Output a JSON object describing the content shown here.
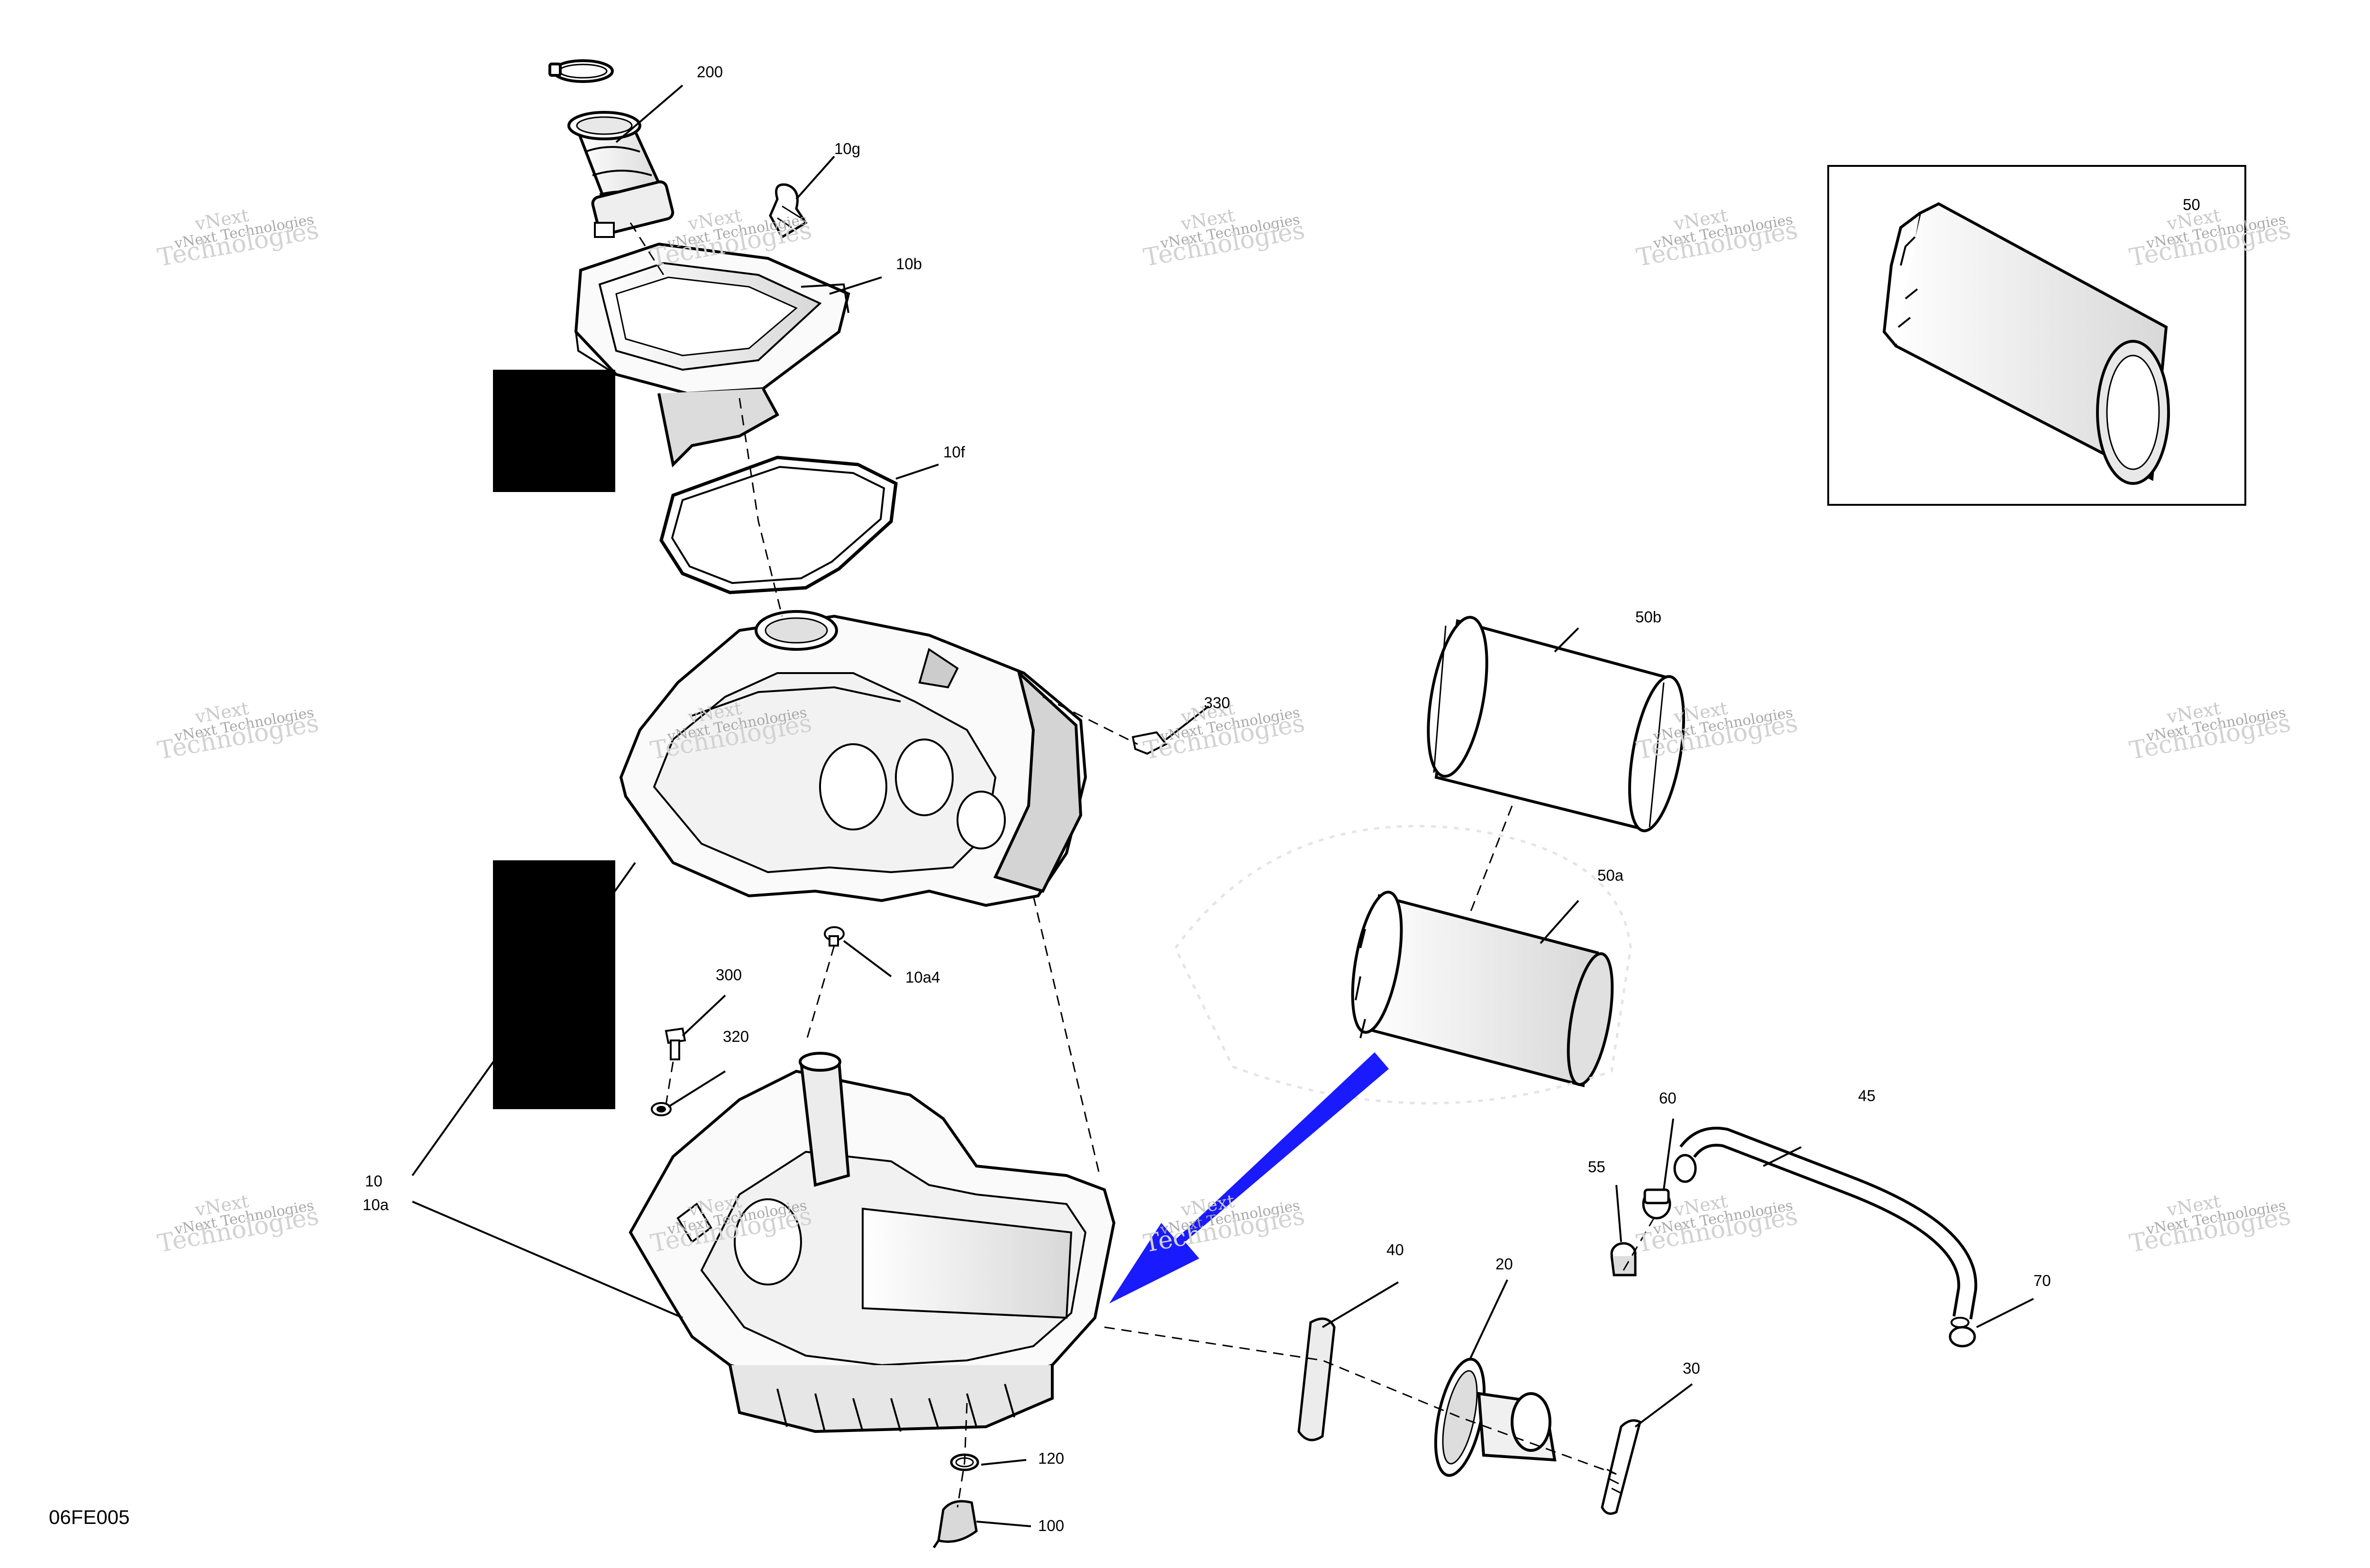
{
  "diagram": {
    "reference": "06FE005",
    "watermark": {
      "line1": "vNext",
      "line2": "vNext Technologies",
      "line3": "Technologies"
    },
    "callouts": [
      {
        "id": "200",
        "text": "200"
      },
      {
        "id": "10g",
        "text": "10g"
      },
      {
        "id": "10b",
        "text": "10b"
      },
      {
        "id": "10f",
        "text": "10f"
      },
      {
        "id": "330",
        "text": "330"
      },
      {
        "id": "50",
        "text": "50"
      },
      {
        "id": "50b",
        "text": "50b"
      },
      {
        "id": "50a",
        "text": "50a"
      },
      {
        "id": "10a4",
        "text": "10a4"
      },
      {
        "id": "300",
        "text": "300"
      },
      {
        "id": "320",
        "text": "320"
      },
      {
        "id": "10",
        "text": "10"
      },
      {
        "id": "10a",
        "text": "10a"
      },
      {
        "id": "60",
        "text": "60"
      },
      {
        "id": "45",
        "text": "45"
      },
      {
        "id": "55",
        "text": "55"
      },
      {
        "id": "40",
        "text": "40"
      },
      {
        "id": "20",
        "text": "20"
      },
      {
        "id": "70",
        "text": "70"
      },
      {
        "id": "30",
        "text": "30"
      },
      {
        "id": "120",
        "text": "120"
      },
      {
        "id": "100",
        "text": "100"
      }
    ],
    "colors": {
      "line": "#000000",
      "shade": "#d9d9d9",
      "arrow": "#1a1aff",
      "watermark": "#c9c9c9"
    }
  }
}
